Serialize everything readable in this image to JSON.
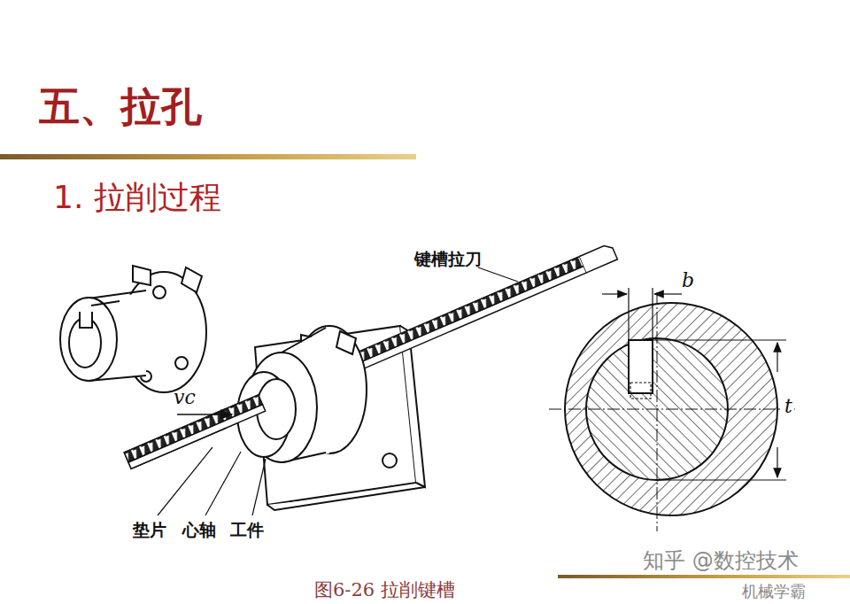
{
  "diagram": {
    "title": "五、拉孔",
    "caption": "图6-26 拉削键槽",
    "labels": [
      "1. 拉削过程",
      "键槽拉刀",
      "b",
      "t",
      "vc",
      "垫片",
      "心轴",
      "工件",
      "知乎 @数控技术",
      "机械学霸"
    ]
  }
}
